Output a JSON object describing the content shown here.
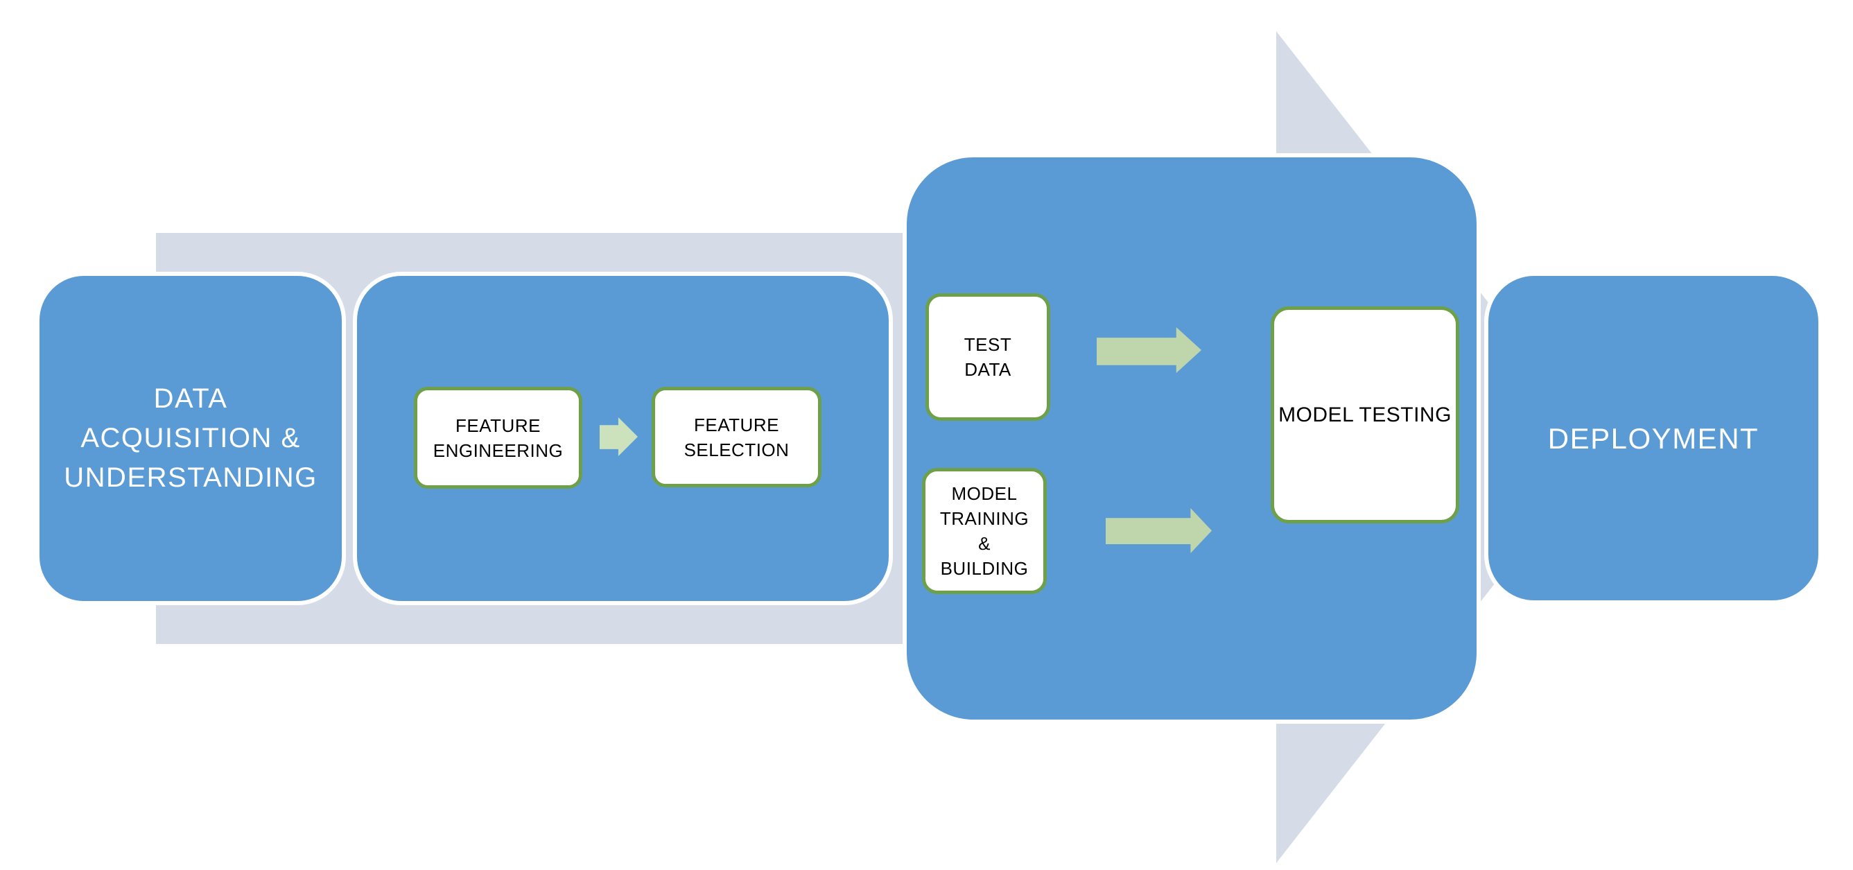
{
  "diagram": {
    "type": "process-flow",
    "direction": "left-to-right"
  },
  "colors": {
    "page_bg": "#FFFFFF",
    "stage_fill": "#5B9BD5",
    "stage_border": "#FFFFFF",
    "stage_text": "#FFFFFF",
    "flow_arrow_fill": "#D5DCE8",
    "task_fill": "#FFFFFF",
    "task_border": "#6EA049",
    "task_text": "#000000",
    "connector_small_fill": "#CCE2BD",
    "connector_large_fill": "#BFD5AB"
  },
  "icons": {
    "flow_arrow": "right-arrow",
    "connector": "right-arrow"
  },
  "stages": {
    "data_acquisition": {
      "lines": [
        "DATA",
        "ACQUISITION &",
        "UNDERSTANDING"
      ]
    },
    "features": {
      "engineering": {
        "lines": [
          "FEATURE",
          "ENGINEERING"
        ]
      },
      "selection": {
        "lines": [
          "FEATURE",
          "SELECTION"
        ]
      }
    },
    "modeling": {
      "test_data": {
        "lines": [
          "TEST",
          "DATA"
        ]
      },
      "model_training": {
        "lines": [
          "MODEL",
          "TRAINING",
          "&",
          "BUILDING"
        ]
      },
      "model_testing": {
        "label": "MODEL TESTING"
      }
    },
    "deployment": {
      "label": "DEPLOYMENT"
    }
  }
}
